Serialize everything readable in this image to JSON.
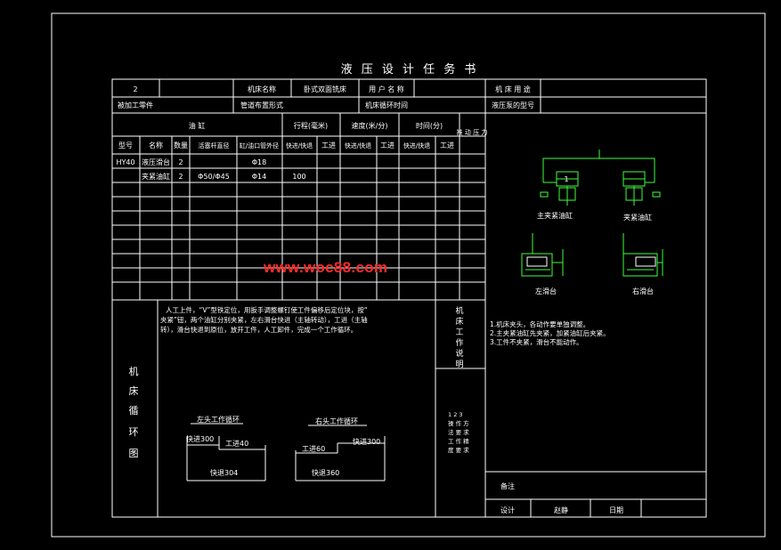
{
  "title": "液 压 设 计 任 务 书",
  "header_row1": {
    "seq": "2",
    "machine_name_label": "机床名称",
    "machine_name": "卧式双面铣床",
    "user_label": "用 户 名 称",
    "machine_use_label": "机 床 用 途"
  },
  "header_row2": {
    "workpiece_label": "被加工零件",
    "pipe_layout_label": "管道布置形式",
    "cycle_time_label": "机床循环时间",
    "pump_model_label": "液压泵的型号"
  },
  "table": {
    "cylinder_group": "油 缸",
    "travel_group": "行程(毫米)",
    "speed_group": "速度(米/分)",
    "time_group": "时间(分)",
    "pressure_header": "推 动 压 力",
    "col_no": "型号",
    "col_name": "名称",
    "col_qty": "数量",
    "col_bore": "活塞杆直径",
    "col_diam": "缸/油口管外径",
    "col_fast": "快进/快退",
    "col_work": "工进",
    "rows": [
      {
        "model": "HY40",
        "name": "液压滑台",
        "qty": "2",
        "bore": "",
        "pipe": "Φ18",
        "travel": ""
      },
      {
        "model": "",
        "name": "夹紧油缸",
        "qty": "2",
        "bore": "Φ50/Φ45",
        "pipe": "Φ14",
        "travel": "100"
      }
    ]
  },
  "circuit_labels": {
    "main_clamp": "主夹紧油缸",
    "clamp": "夹紧油缸",
    "left_slide": "左滑台",
    "right_slide": "右滑台",
    "valve_mark": "1"
  },
  "cycle_section": {
    "label": "机 床 循 环 图",
    "description": "人工上件，“V”型铁定位，用扳手调整螺钉使工件偏移后定位块，按“夹紧”钮，两个油缸分别夹紧，左右滑台快进（主轴转动），工进（主轴转），滑台快退到原位，放开工件，人工卸件，完成一个工作循环。",
    "left_title": "左头工作循环",
    "right_title": "右头工作循环",
    "left_fast_in": "快进300",
    "left_work": "工进40",
    "left_fast_back": "快退304",
    "right_work": "工进60",
    "right_fast_in": "快进300",
    "right_fast_back": "快退360"
  },
  "work_desc": {
    "label": "机床工作说明",
    "notes": [
      "1.机床夹头，各动作要单独调整。",
      "2.主夹紧油缸先夹紧，加紧油缸后夹紧。",
      "3.工件不夹紧，滑台不能动作。"
    ]
  },
  "requirements": {
    "label": "1 2 3 操 作 方 法 要 求 工 作 精 度 要 求"
  },
  "signature": {
    "remarks": "备注",
    "design": "设计",
    "designer": "赵静",
    "date": "日期"
  },
  "watermark": "www.woc88.com"
}
